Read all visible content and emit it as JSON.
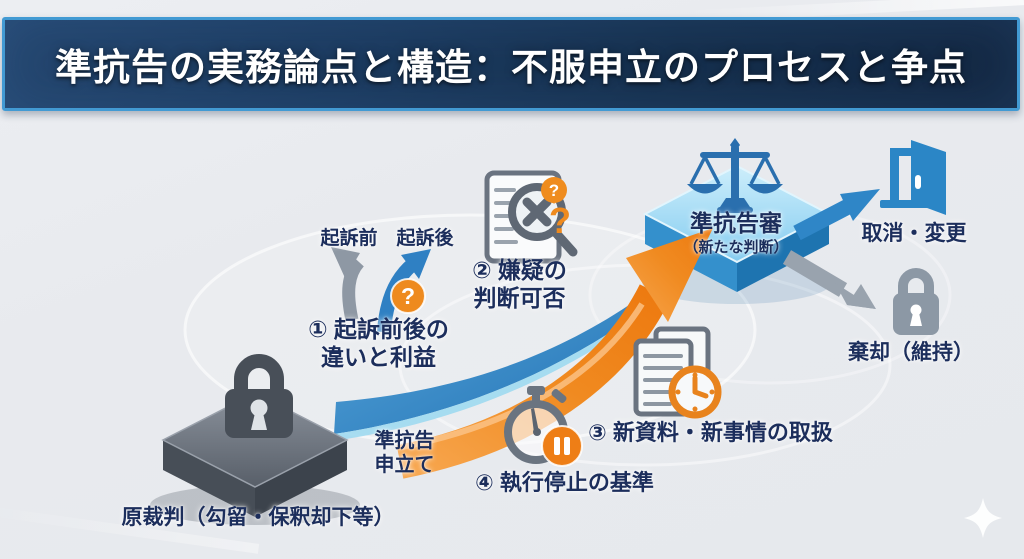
{
  "header": {
    "title": "準抗告の実務論点と構造：不服申立のプロセスと争点"
  },
  "diagram": {
    "branch": {
      "left_label": "起訴前",
      "right_label": "起訴後"
    },
    "question_mark": "?",
    "issues": [
      {
        "number": "①",
        "line1": "① 起訴前後の",
        "line2": "違いと利益"
      },
      {
        "number": "②",
        "line1": "② 嫌疑の",
        "line2": "判断可否"
      },
      {
        "number": "③",
        "label": "③ 新資料・新事情の取扱"
      },
      {
        "number": "④",
        "label": "④ 執行停止の基準"
      }
    ],
    "appeal": {
      "line1": "準抗告",
      "line2": "申立て"
    },
    "origin": {
      "label": "原裁判（勾留・保釈却下等）"
    },
    "court": {
      "line1": "準抗告審",
      "line2": "（新たな判断）"
    },
    "outcomes": {
      "cancel": {
        "label": "取消・変更"
      },
      "dismiss": {
        "label": "棄却（維持）"
      }
    }
  },
  "colors": {
    "background": "#e9ebee",
    "banner_bg": "#182f4e",
    "banner_border": "#429ad3",
    "title_text": "#ffffff",
    "body_text": "#1c2e5c",
    "accent_orange": "#ee7f18",
    "accent_blue": "#2f86c7",
    "light_blue": "#9fd8f2",
    "gray": "#8c98a5",
    "dark_gray": "#474e57"
  }
}
